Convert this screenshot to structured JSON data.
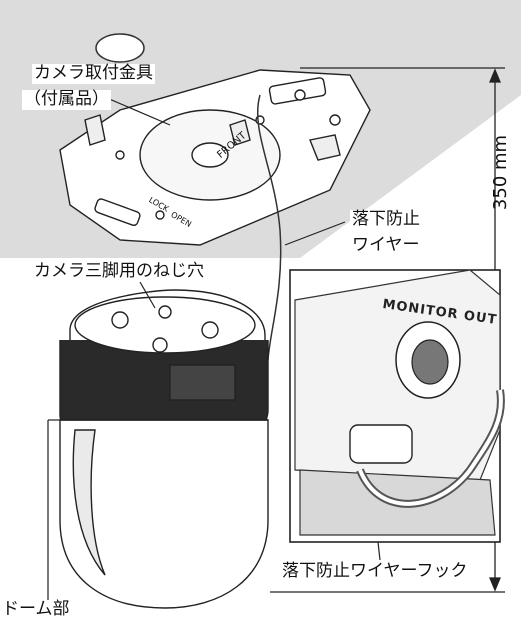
{
  "labels": {
    "bracket_line1": "カメラ取付金具",
    "bracket_line2": "（付属品）",
    "wire_line1": "落下防止",
    "wire_line2": "ワイヤー",
    "tripod_hole": "カメラ三脚用のねじ穴",
    "wire_hook": "落下防止ワイヤーフック",
    "dome": "ドーム部",
    "dimension": "350 mm"
  },
  "plate_markings": {
    "front": "FRONT",
    "open": "OPEN",
    "lock": "LOCK"
  },
  "inset": {
    "monitor_out": "MONITOR OUT"
  }
}
